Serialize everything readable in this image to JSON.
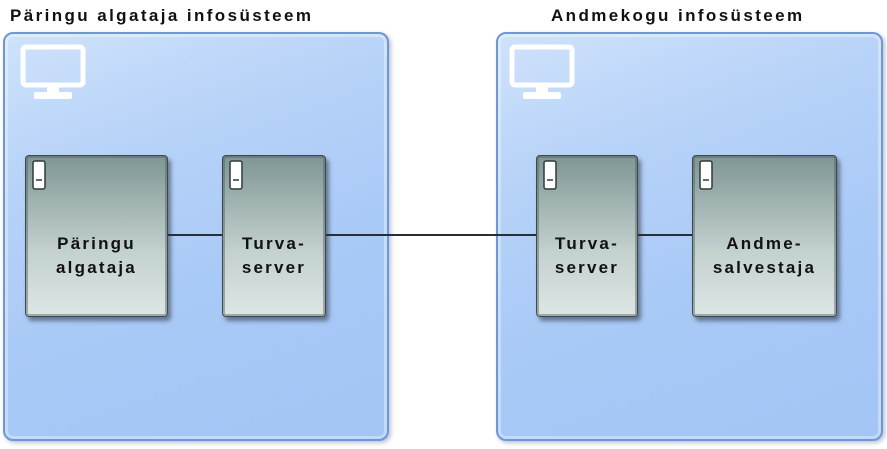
{
  "left_system": {
    "title": "Päringu algataja infosüsteem",
    "nodes": [
      {
        "line1": "Päringu",
        "line2": "algataja"
      },
      {
        "line1": "Turva-",
        "line2": "server"
      }
    ]
  },
  "right_system": {
    "title": "Andmekogu infosüsteem",
    "nodes": [
      {
        "line1": "Turva-",
        "line2": "server"
      },
      {
        "line1": "Andme-",
        "line2": "salvestaja"
      }
    ]
  },
  "icons": {
    "system": "computer-monitor-icon",
    "node": "server-tower-icon"
  },
  "colors": {
    "panel_fill": "#a9c9f6",
    "panel_border": "#6f97d8",
    "node_fill": "#c3d1cf",
    "connector": "#2a2f36"
  }
}
